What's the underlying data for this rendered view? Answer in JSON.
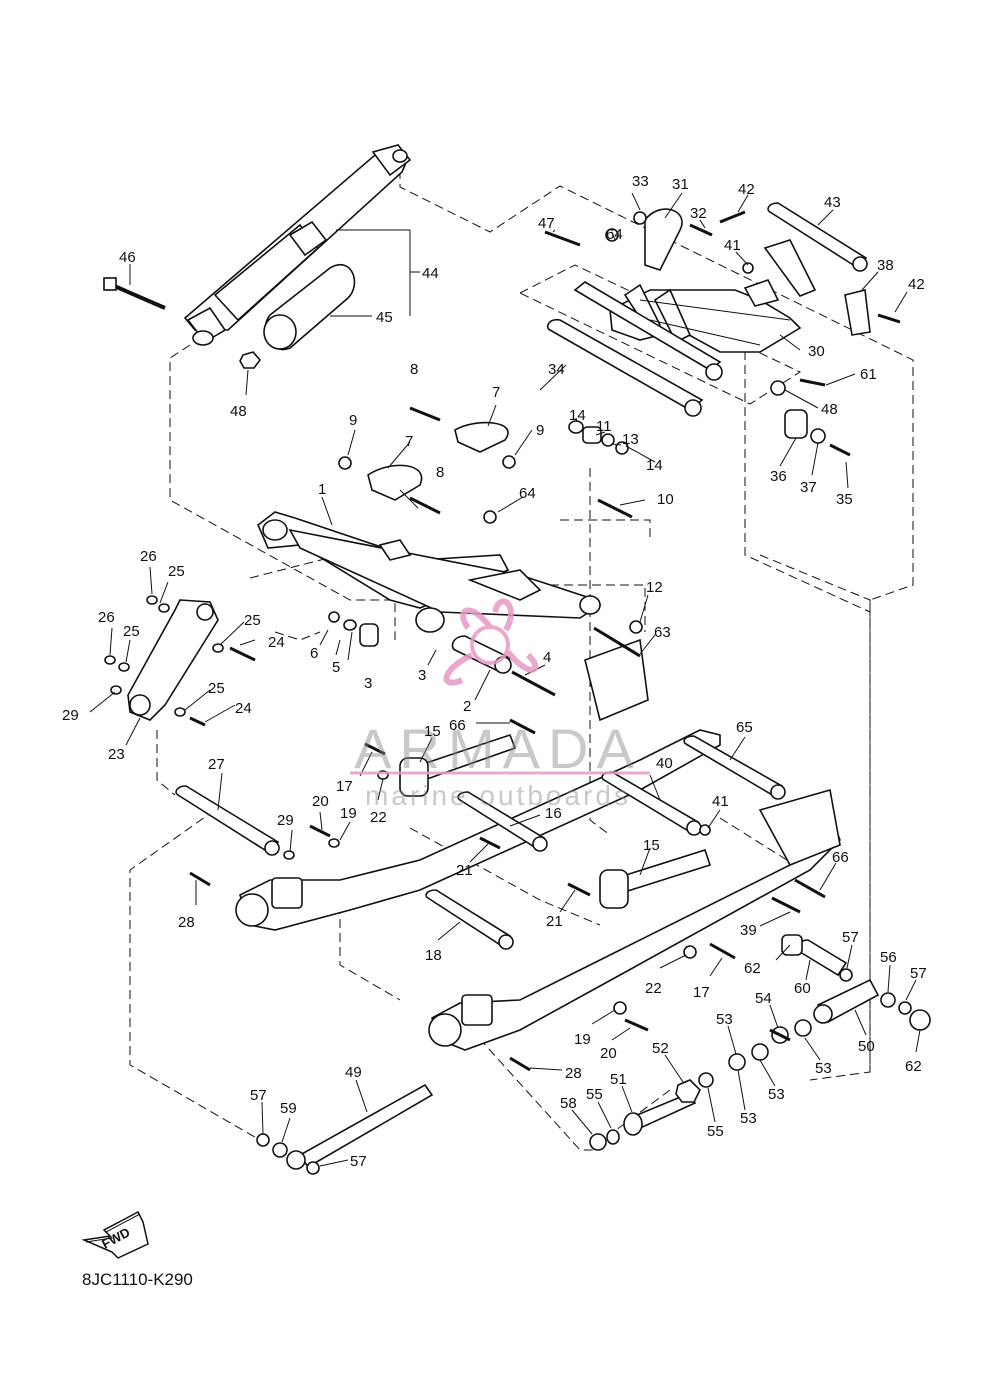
{
  "drawing_code": "8JC1110-K290",
  "fwd_label": "FWD",
  "watermark": {
    "brand": "ARMADA",
    "tagline": "marine outboards",
    "accent_color": "#e79ac6"
  },
  "callouts": [
    {
      "id": "c1",
      "label": "1"
    },
    {
      "id": "c2",
      "label": "2"
    },
    {
      "id": "c3a",
      "label": "3"
    },
    {
      "id": "c3b",
      "label": "3"
    },
    {
      "id": "c4",
      "label": "4"
    },
    {
      "id": "c5",
      "label": "5"
    },
    {
      "id": "c6",
      "label": "6"
    },
    {
      "id": "c7a",
      "label": "7"
    },
    {
      "id": "c7b",
      "label": "7"
    },
    {
      "id": "c8a",
      "label": "8"
    },
    {
      "id": "c8b",
      "label": "8"
    },
    {
      "id": "c9a",
      "label": "9"
    },
    {
      "id": "c9b",
      "label": "9"
    },
    {
      "id": "c10",
      "label": "10"
    },
    {
      "id": "c11",
      "label": "11"
    },
    {
      "id": "c12",
      "label": "12"
    },
    {
      "id": "c13",
      "label": "13"
    },
    {
      "id": "c14a",
      "label": "14"
    },
    {
      "id": "c14b",
      "label": "14"
    },
    {
      "id": "c15a",
      "label": "15"
    },
    {
      "id": "c15b",
      "label": "15"
    },
    {
      "id": "c16",
      "label": "16"
    },
    {
      "id": "c17a",
      "label": "17"
    },
    {
      "id": "c17b",
      "label": "17"
    },
    {
      "id": "c18",
      "label": "18"
    },
    {
      "id": "c19a",
      "label": "19"
    },
    {
      "id": "c19b",
      "label": "19"
    },
    {
      "id": "c20a",
      "label": "20"
    },
    {
      "id": "c20b",
      "label": "20"
    },
    {
      "id": "c21a",
      "label": "21"
    },
    {
      "id": "c21b",
      "label": "21"
    },
    {
      "id": "c22a",
      "label": "22"
    },
    {
      "id": "c22b",
      "label": "22"
    },
    {
      "id": "c23",
      "label": "23"
    },
    {
      "id": "c24a",
      "label": "24"
    },
    {
      "id": "c24b",
      "label": "24"
    },
    {
      "id": "c25a",
      "label": "25"
    },
    {
      "id": "c25b",
      "label": "25"
    },
    {
      "id": "c25c",
      "label": "25"
    },
    {
      "id": "c25d",
      "label": "25"
    },
    {
      "id": "c26a",
      "label": "26"
    },
    {
      "id": "c26b",
      "label": "26"
    },
    {
      "id": "c27",
      "label": "27"
    },
    {
      "id": "c28a",
      "label": "28"
    },
    {
      "id": "c28b",
      "label": "28"
    },
    {
      "id": "c29a",
      "label": "29"
    },
    {
      "id": "c29b",
      "label": "29"
    },
    {
      "id": "c30",
      "label": "30"
    },
    {
      "id": "c31",
      "label": "31"
    },
    {
      "id": "c32",
      "label": "32"
    },
    {
      "id": "c33",
      "label": "33"
    },
    {
      "id": "c34",
      "label": "34"
    },
    {
      "id": "c35",
      "label": "35"
    },
    {
      "id": "c36",
      "label": "36"
    },
    {
      "id": "c37",
      "label": "37"
    },
    {
      "id": "c38",
      "label": "38"
    },
    {
      "id": "c39",
      "label": "39"
    },
    {
      "id": "c40",
      "label": "40"
    },
    {
      "id": "c41a",
      "label": "41"
    },
    {
      "id": "c41b",
      "label": "41"
    },
    {
      "id": "c42a",
      "label": "42"
    },
    {
      "id": "c42b",
      "label": "42"
    },
    {
      "id": "c43",
      "label": "43"
    },
    {
      "id": "c44",
      "label": "44"
    },
    {
      "id": "c45",
      "label": "45"
    },
    {
      "id": "c46",
      "label": "46"
    },
    {
      "id": "c47",
      "label": "47"
    },
    {
      "id": "c48a",
      "label": "48"
    },
    {
      "id": "c48b",
      "label": "48"
    },
    {
      "id": "c49",
      "label": "49"
    },
    {
      "id": "c50",
      "label": "50"
    },
    {
      "id": "c51",
      "label": "51"
    },
    {
      "id": "c52",
      "label": "52"
    },
    {
      "id": "c53a",
      "label": "53"
    },
    {
      "id": "c53b",
      "label": "53"
    },
    {
      "id": "c53c",
      "label": "53"
    },
    {
      "id": "c53d",
      "label": "53"
    },
    {
      "id": "c54",
      "label": "54"
    },
    {
      "id": "c55a",
      "label": "55"
    },
    {
      "id": "c55b",
      "label": "55"
    },
    {
      "id": "c56",
      "label": "56"
    },
    {
      "id": "c57a",
      "label": "57"
    },
    {
      "id": "c57b",
      "label": "57"
    },
    {
      "id": "c57c",
      "label": "57"
    },
    {
      "id": "c57d",
      "label": "57"
    },
    {
      "id": "c58",
      "label": "58"
    },
    {
      "id": "c59",
      "label": "59"
    },
    {
      "id": "c60",
      "label": "60"
    },
    {
      "id": "c61",
      "label": "61"
    },
    {
      "id": "c62a",
      "label": "62"
    },
    {
      "id": "c62b",
      "label": "62"
    },
    {
      "id": "c63",
      "label": "63"
    },
    {
      "id": "c64a",
      "label": "64"
    },
    {
      "id": "c64b",
      "label": "64"
    },
    {
      "id": "c65",
      "label": "65"
    },
    {
      "id": "c66a",
      "label": "66"
    },
    {
      "id": "c66b",
      "label": "66"
    }
  ]
}
